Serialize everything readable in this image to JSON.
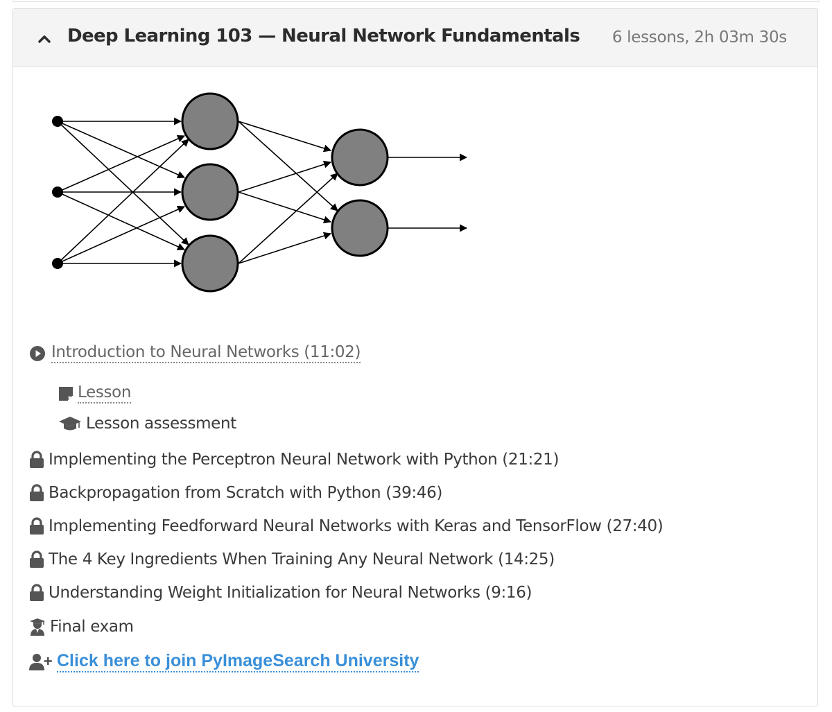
{
  "course": {
    "title": "Deep Learning 103 — Neural Network Fundamentals",
    "meta": "6 lessons, 2h 03m 30s"
  },
  "colors": {
    "accent_link": "#3a8fd8",
    "node_fill": "#808080",
    "header_bg": "#f4f4f4"
  },
  "first_lesson": {
    "title": "Introduction to Neural Networks (11:02)",
    "icon": "play-circle-icon",
    "subitems": [
      {
        "label": "Lesson",
        "icon": "note-icon"
      },
      {
        "label": "Lesson assessment",
        "icon": "graduation-cap-icon"
      }
    ]
  },
  "locked_lessons": [
    "Implementing the Perceptron Neural Network with Python (21:21)",
    "Backpropagation from Scratch with Python (39:46)",
    "Implementing Feedforward Neural Networks with Keras and TensorFlow (27:40)",
    "The 4 Key Ingredients When Training Any Neural Network (14:25)",
    "Understanding Weight Initialization for Neural Networks (9:16)"
  ],
  "final_exam": {
    "label": "Final exam",
    "icon": "graduate-icon"
  },
  "join": {
    "label": "Click here to join PyImageSearch University",
    "icon": "user-plus-icon"
  }
}
